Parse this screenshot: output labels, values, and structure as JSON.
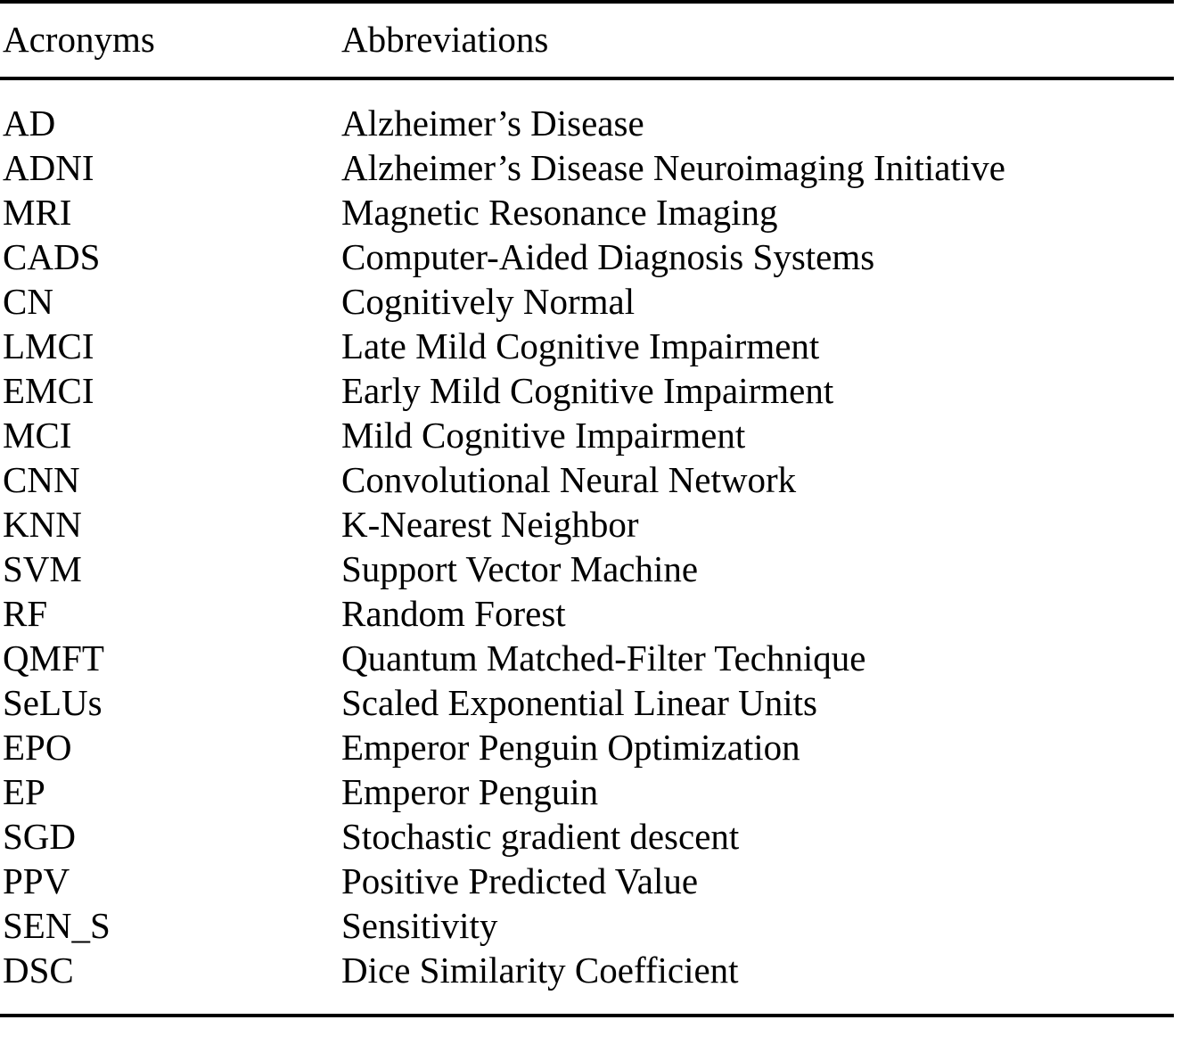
{
  "table": {
    "columns": [
      {
        "key": "acronym",
        "header": "Acronyms"
      },
      {
        "key": "abbreviation",
        "header": "Abbreviations"
      }
    ],
    "style": {
      "rule_color": "#000000",
      "text_color": "#000000",
      "background": "#ffffff"
    },
    "rows": [
      {
        "acronym": "AD",
        "abbreviation": "Alzheimer’s Disease"
      },
      {
        "acronym": "ADNI",
        "abbreviation": "Alzheimer’s Disease Neuroimaging Initiative"
      },
      {
        "acronym": "MRI",
        "abbreviation": "Magnetic Resonance Imaging"
      },
      {
        "acronym": "CADS",
        "abbreviation": "Computer-Aided Diagnosis Systems"
      },
      {
        "acronym": "CN",
        "abbreviation": "Cognitively Normal"
      },
      {
        "acronym": "LMCI",
        "abbreviation": "Late Mild Cognitive Impairment"
      },
      {
        "acronym": "EMCI",
        "abbreviation": "Early Mild Cognitive Impairment"
      },
      {
        "acronym": "MCI",
        "abbreviation": "Mild Cognitive Impairment"
      },
      {
        "acronym": "CNN",
        "abbreviation": "Convolutional Neural Network"
      },
      {
        "acronym": "KNN",
        "abbreviation": "K-Nearest Neighbor"
      },
      {
        "acronym": "SVM",
        "abbreviation": "Support Vector Machine"
      },
      {
        "acronym": "RF",
        "abbreviation": "Random Forest"
      },
      {
        "acronym": "QMFT",
        "abbreviation": "Quantum Matched-Filter Technique"
      },
      {
        "acronym": "SeLUs",
        "abbreviation": "Scaled Exponential Linear Units"
      },
      {
        "acronym": "EPO",
        "abbreviation": "Emperor Penguin Optimization"
      },
      {
        "acronym": "EP",
        "abbreviation": "Emperor Penguin"
      },
      {
        "acronym": "SGD",
        "abbreviation": "Stochastic gradient descent"
      },
      {
        "acronym": "PPV",
        "abbreviation": "Positive Predicted Value"
      },
      {
        "acronym": "SEN_S",
        "abbreviation": "Sensitivity"
      },
      {
        "acronym": "DSC",
        "abbreviation": "Dice Similarity Coefficient"
      }
    ]
  }
}
